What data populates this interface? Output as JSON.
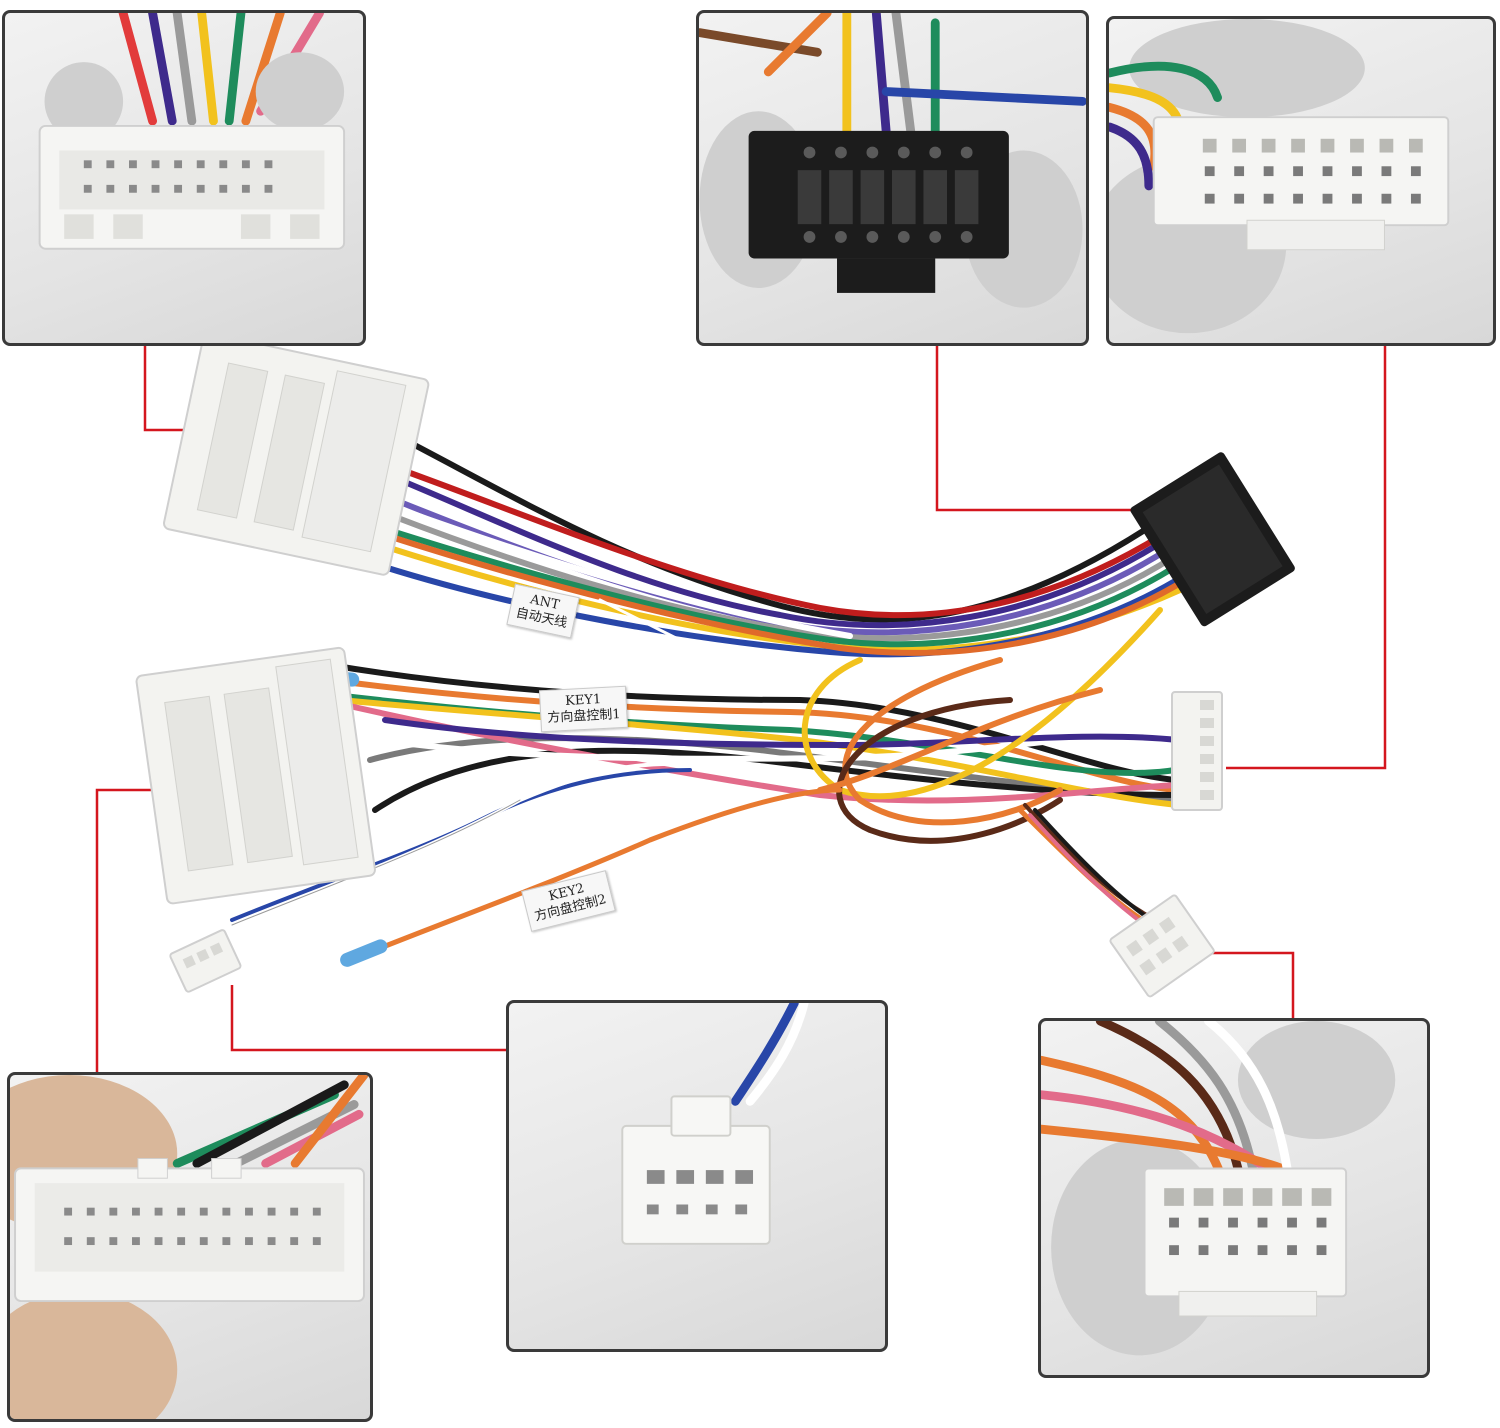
{
  "labels": {
    "ant": {
      "line1": "ANT",
      "line2": "自动天线"
    },
    "key1": {
      "line1": "KEY1",
      "line2": "方向盘控制1"
    },
    "key2": {
      "line1": "KEY2",
      "line2": "方向盘控制2"
    }
  },
  "colors": {
    "callout_line": "#d4161e",
    "panel_border": "#3a3a3a",
    "connector_white": "#f3f3f0",
    "connector_black": "#1c1c1c"
  },
  "panels": [
    {
      "id": "top-left",
      "connector": "white 20-pin vehicle plug"
    },
    {
      "id": "top-middle",
      "connector": "black 16-pin ISO head-unit plug"
    },
    {
      "id": "top-right",
      "connector": "white 16-pin head-unit plug"
    },
    {
      "id": "bottom-left",
      "connector": "white 24-pin vehicle plug"
    },
    {
      "id": "bottom-middle",
      "connector": "white 4-pin plug"
    },
    {
      "id": "bottom-right",
      "connector": "white 12-pin plug"
    }
  ]
}
